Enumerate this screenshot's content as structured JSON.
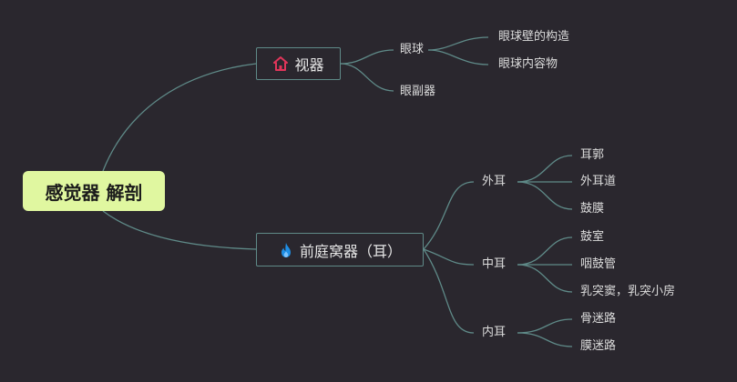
{
  "root": {
    "label": "感觉器 解剖"
  },
  "branches": [
    {
      "label": "视器",
      "icon": "house-icon",
      "color": "#e0355a",
      "children": [
        {
          "label": "眼球",
          "children": [
            "眼球壁的构造",
            "眼球内容物"
          ]
        },
        {
          "label": "眼副器"
        }
      ]
    },
    {
      "label": "前庭窝器（耳）",
      "icon": "flame-icon",
      "color": "#1f8fe6",
      "children": [
        {
          "label": "外耳",
          "children": [
            "耳郭",
            "外耳道",
            "鼓膜"
          ]
        },
        {
          "label": "中耳",
          "children": [
            "鼓室",
            "咽鼓管",
            "乳突窦，乳突小房"
          ]
        },
        {
          "label": "内耳",
          "children": [
            "骨迷路",
            "膜迷路"
          ]
        }
      ]
    }
  ],
  "colors": {
    "background": "#2a272e",
    "root_fill": "#e0f7a0",
    "connector": "#5f8a88",
    "text": "#dcdcdc"
  }
}
